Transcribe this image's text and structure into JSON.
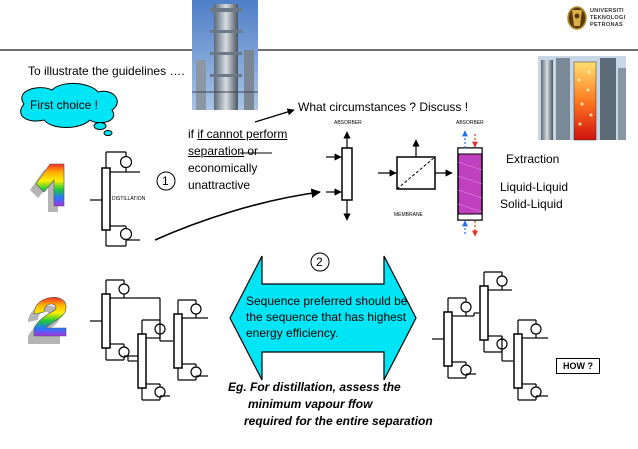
{
  "header": {
    "logo_text": [
      "UNIVERSITI",
      "TEKNOLOGI",
      "PETRONAS"
    ],
    "title": "To illustrate the guidelines …."
  },
  "cloud": {
    "label": "First choice !"
  },
  "step_numbers": {
    "one": "1",
    "two": "2"
  },
  "circled": {
    "one": "1",
    "two": "2"
  },
  "condition": {
    "line1": "if cannot perform",
    "line2_underlined": "separation",
    "line2_rest": " or",
    "line3": "economically",
    "line4": "unattractive"
  },
  "question": "What circumstances ?  Discuss !",
  "labels": {
    "distillation": "DISTILLATION",
    "absorber_left": "ABSORBER",
    "absorber_right": "ABSORBER",
    "membrane": "MEMBRANE"
  },
  "extraction": {
    "title": "Extraction",
    "items": [
      "Liquid-Liquid",
      "Solid-Liquid"
    ]
  },
  "arrow_text": [
    "Sequence preferred should be",
    "the sequence that has highest",
    "energy efficiency."
  ],
  "example": [
    "Eg. For distillation, assess the",
    "minimum vapour ffow",
    "required for the entire separation"
  ],
  "how_button": "HOW ?",
  "colors": {
    "arrow_fill": "#00e5f5",
    "membrane_fill": "#c040c0",
    "cloud_fill": "#00e5f5"
  }
}
